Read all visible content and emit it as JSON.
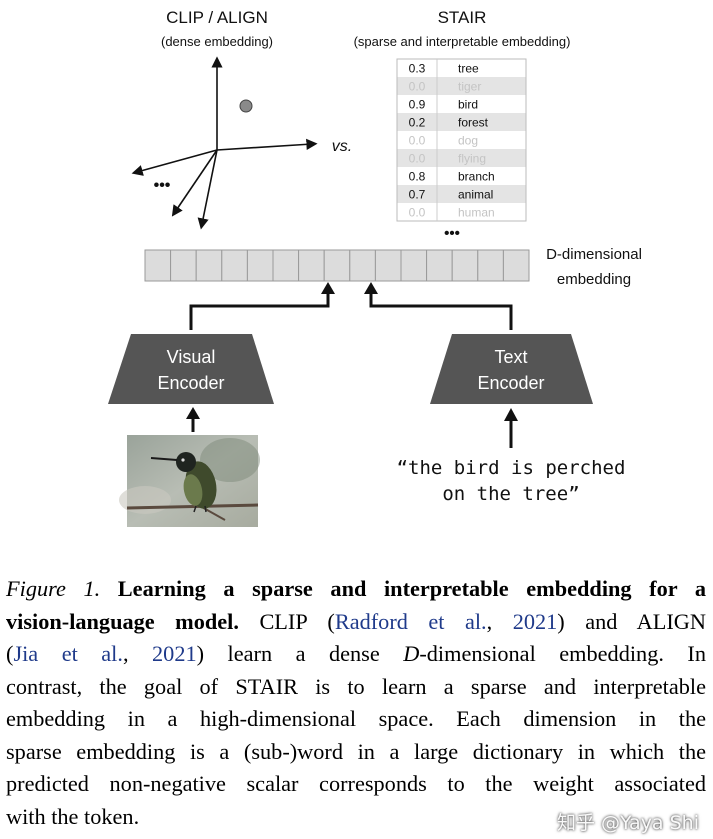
{
  "diagram": {
    "clip": {
      "title": "CLIP / ALIGN",
      "subtitle": "(dense embedding)"
    },
    "vs_label": "vs.",
    "stair": {
      "title": "STAIR",
      "subtitle": "(sparse and interpretable embedding)",
      "rows": [
        {
          "value": "0.3",
          "token": "tree",
          "active": true
        },
        {
          "value": "0.0",
          "token": "tiger",
          "active": false
        },
        {
          "value": "0.9",
          "token": "bird",
          "active": true
        },
        {
          "value": "0.2",
          "token": "forest",
          "active": true
        },
        {
          "value": "0.0",
          "token": "dog",
          "active": false
        },
        {
          "value": "0.0",
          "token": "flying",
          "active": false
        },
        {
          "value": "0.8",
          "token": "branch",
          "active": true
        },
        {
          "value": "0.7",
          "token": "animal",
          "active": true
        },
        {
          "value": "0.0",
          "token": "human",
          "active": false
        }
      ]
    },
    "ellipsis": "•••",
    "embedding_label_line1": "D-dimensional",
    "embedding_label_line2": "embedding",
    "visual_encoder_line1": "Visual",
    "visual_encoder_line2": "Encoder",
    "text_encoder_line1": "Text",
    "text_encoder_line2": "Encoder",
    "text_input_line1": "“the bird is perched",
    "text_input_line2": "on the tree”"
  },
  "caption": {
    "figure_label": "Figure 1.",
    "bold_title_part1": "Learning a sparse and interpretable embedding for a",
    "bold_title_part2": "vision-language model.",
    "clip_text": "CLIP (",
    "radford": "Radford et al.",
    "comma1": ", ",
    "year1": "2021",
    "and_align": ") and ALIGN",
    "open_paren": "(",
    "jia": "Jia et al.",
    "comma2": ", ",
    "year2": "2021",
    "learn_dense": ") learn a dense ",
    "d_symbol": "D",
    "dim_embedding": "-dimensional embedding.  In",
    "line4": "contrast, the goal of STAIR is to learn a sparse and interpretable",
    "line5": "embedding in a high-dimensional space. Each dimension in the",
    "line6": "sparse embedding is a (sub-)word in a large dictionary in which the",
    "line7": "predicted non-negative scalar corresponds to the weight associated",
    "line8": "with the token."
  },
  "watermark": "知乎 @Yaya Shi"
}
